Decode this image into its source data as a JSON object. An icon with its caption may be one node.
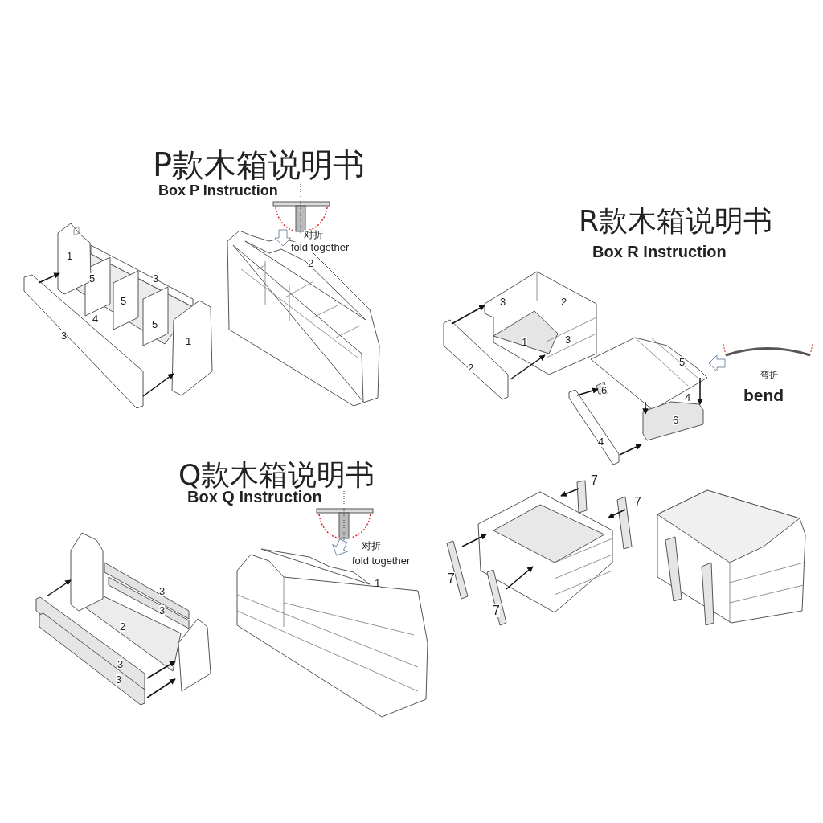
{
  "diagram": {
    "labels": [
      "P款木箱说明书",
      "Box P Instruction",
      "对折",
      "fold together",
      "1",
      "2",
      "5",
      "3",
      "5",
      "4",
      "5",
      "3",
      "1",
      "R款木箱说明书",
      "Box R Instruction",
      "3",
      "2",
      "3",
      "1",
      "5",
      "2",
      "弯折",
      "6",
      "4",
      "bend",
      "6",
      "4",
      "Q款木箱说明书",
      "Box Q Instruction",
      "对折",
      "fold together",
      "1",
      "3",
      "3",
      "2",
      "3",
      "3",
      "7",
      "7",
      "7",
      "7"
    ]
  }
}
